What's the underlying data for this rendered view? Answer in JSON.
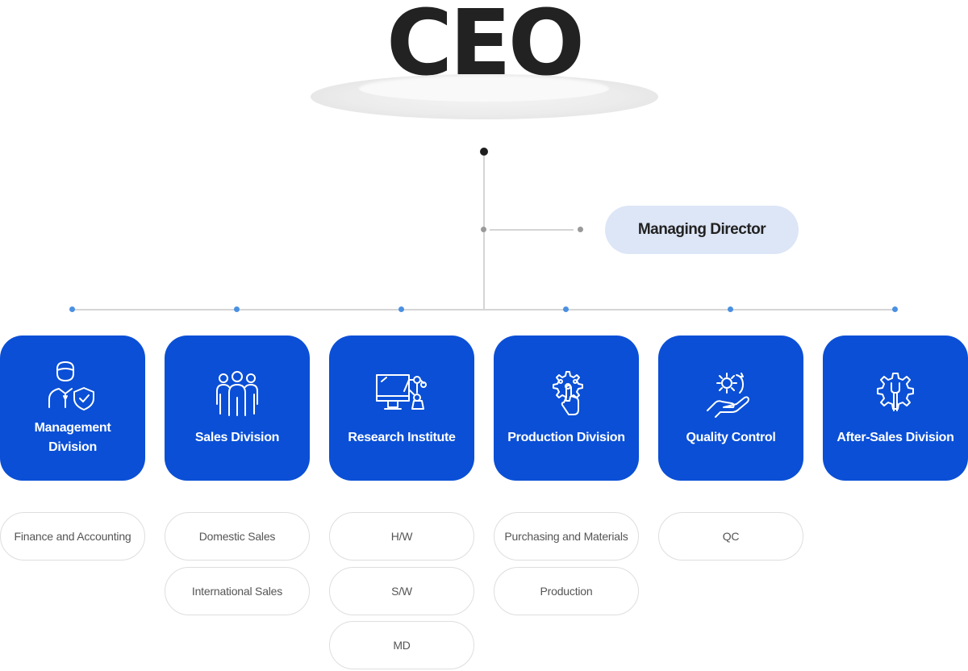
{
  "ceo": {
    "title": "CEO"
  },
  "managing_director": {
    "label": "Managing Director"
  },
  "divisions": [
    {
      "label_line1": "Management",
      "label_line2": "Division",
      "icon": "manager-shield-icon",
      "subunits": [
        "Finance and Accounting"
      ]
    },
    {
      "label_line1": "Sales Division",
      "label_line2": "",
      "icon": "team-icon",
      "subunits": [
        "Domestic Sales",
        "International Sales"
      ]
    },
    {
      "label_line1": "Research Institute",
      "label_line2": "",
      "icon": "robot-arm-monitor-icon",
      "subunits": [
        "H/W",
        "S/W",
        "MD"
      ]
    },
    {
      "label_line1": "Production Division",
      "label_line2": "",
      "icon": "gear-touch-icon",
      "subunits": [
        "Purchasing and Materials",
        "Production"
      ]
    },
    {
      "label_line1": "Quality Control",
      "label_line2": "",
      "icon": "hand-gear-icon",
      "subunits": [
        "QC"
      ]
    },
    {
      "label_line1": "After-Sales Division",
      "label_line2": "",
      "icon": "wrench-gear-icon",
      "subunits": []
    }
  ],
  "colors": {
    "division_blue": "#0a4fd6",
    "md_pill": "#dde6f7",
    "connector_dot_blue": "#4a90e2"
  }
}
